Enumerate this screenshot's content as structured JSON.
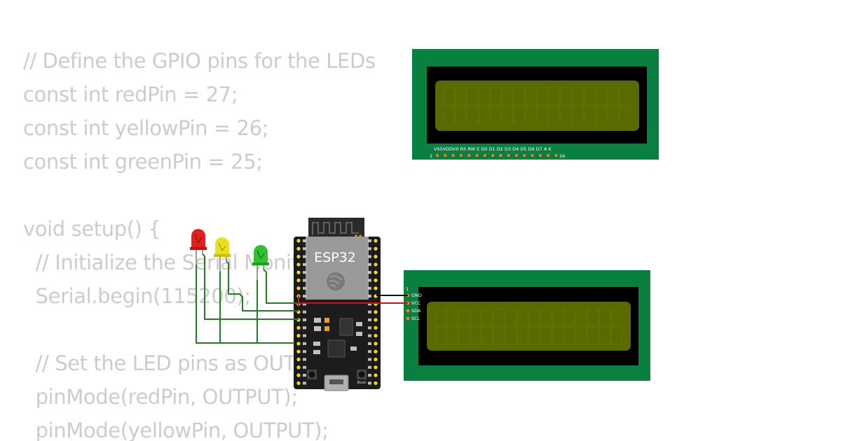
{
  "code_lines": [
    "// Define the GPIO pins for the LEDs",
    "const int redPin = 27;",
    "const int yellowPin = 26;",
    "const int greenPin = 25;",
    "",
    "void setup() {",
    "  // Initialize the Serial Monitor",
    "  Serial.begin(115200);",
    "",
    "  // Set the LED pins as OUTPUT",
    "  pinMode(redPin, OUTPUT);",
    "  pinMode(yellowPin, OUTPUT);"
  ],
  "board": {
    "label": "ESP32",
    "boot_label": "Boot"
  },
  "lcd_top": {
    "pin_labels": "VSSVDDV0 RS RW E D0 D1 D2 D3 D4 D5 D6 D7 A K",
    "first_pin": "1",
    "last_pin": "16"
  },
  "lcd_i2c": {
    "pin_index": "1",
    "pins": [
      "GND",
      "VCC",
      "SDA",
      "SCL"
    ]
  },
  "leds": [
    {
      "color_name": "red",
      "color": "#e02020"
    },
    {
      "color_name": "yellow",
      "color": "#e8e020"
    },
    {
      "color_name": "green",
      "color": "#30c030"
    }
  ],
  "colors": {
    "pcb_green": "#0a8040",
    "lcd_screen": "#5a6a00",
    "wire_green": "#208020",
    "wire_red": "#d01010",
    "wire_black": "#111111",
    "code_text": "#cccccc"
  }
}
